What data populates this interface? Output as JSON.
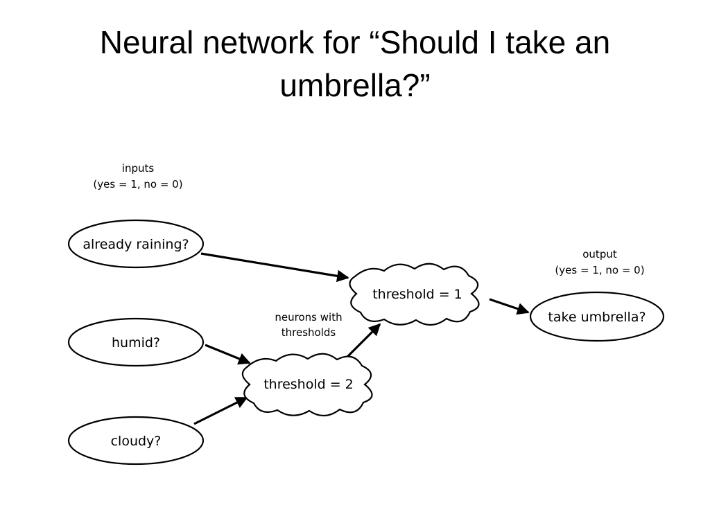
{
  "title": {
    "line1": "Neural network for “Should I take an",
    "line2": "umbrella?”"
  },
  "labels": {
    "inputs_heading": "inputs",
    "inputs_legend": "(yes = 1, no = 0)",
    "output_heading": "output",
    "output_legend": "(yes = 1, no = 0)",
    "neurons_line1": "neurons with",
    "neurons_line2": "thresholds"
  },
  "nodes": {
    "already_raining": "already raining?",
    "humid": "humid?",
    "cloudy": "cloudy?",
    "threshold_1": "threshold = 1",
    "threshold_2": "threshold = 2",
    "take_umbrella": "take umbrella?"
  },
  "edges": [
    {
      "from": "already_raining",
      "to": "threshold_1"
    },
    {
      "from": "humid",
      "to": "threshold_2"
    },
    {
      "from": "cloudy",
      "to": "threshold_2"
    },
    {
      "from": "threshold_2",
      "to": "threshold_1"
    },
    {
      "from": "threshold_1",
      "to": "take_umbrella"
    }
  ],
  "colors": {
    "stroke": "#000000",
    "background": "#ffffff"
  }
}
